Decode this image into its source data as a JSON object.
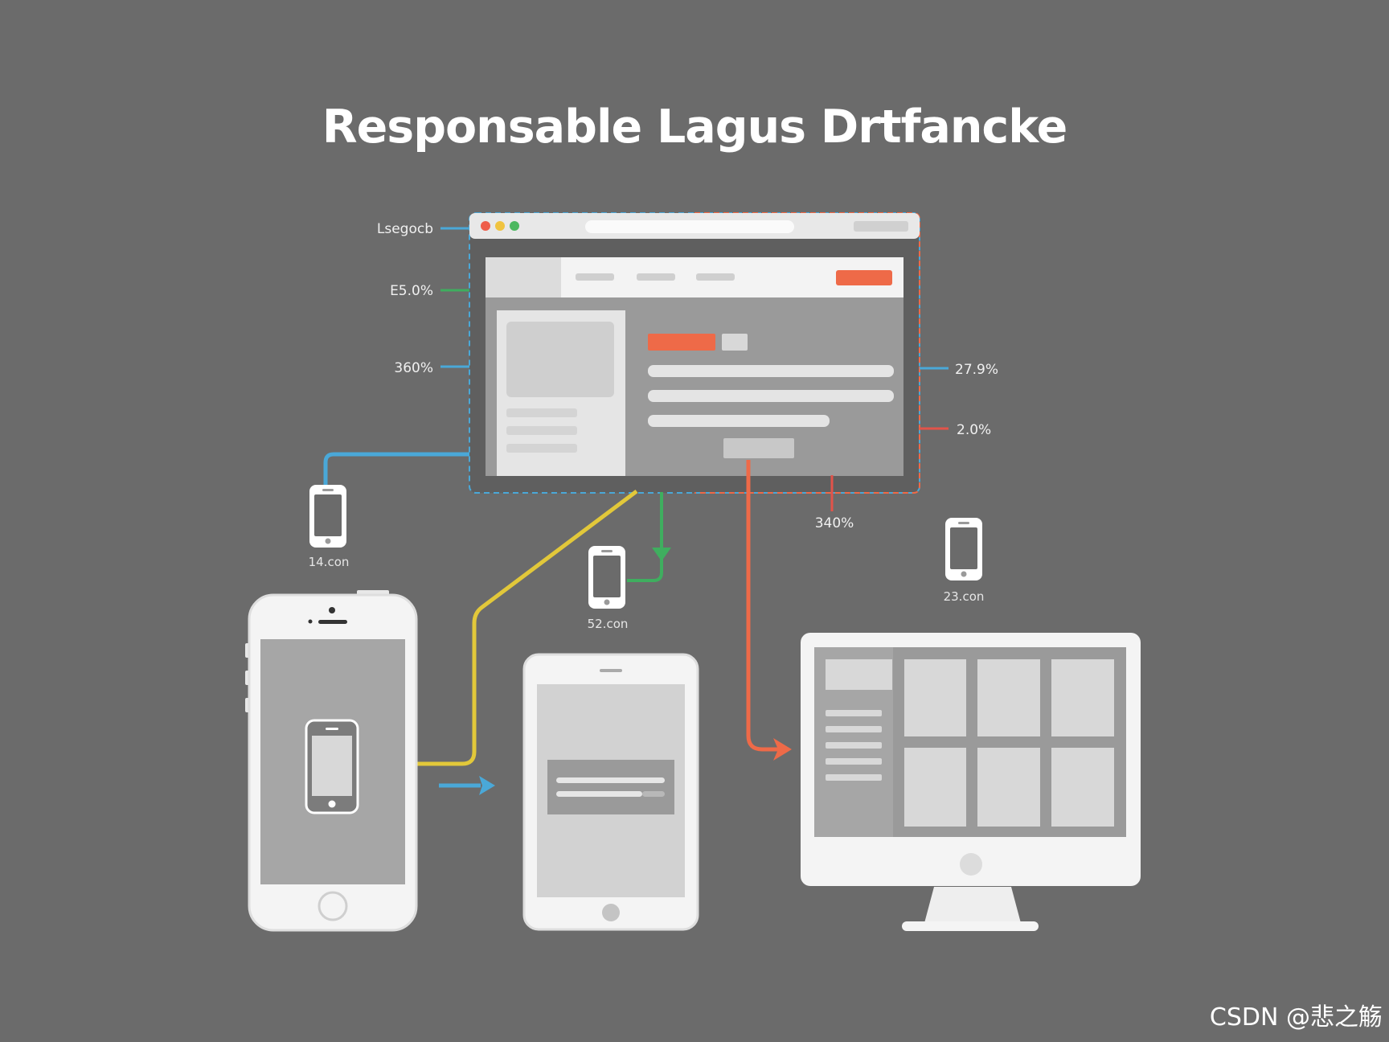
{
  "title": "Responsable Lagus Drtfancke",
  "left_labels": [
    "Lsegocb",
    "E5.0%",
    "360%"
  ],
  "right_labels": [
    "27.9%",
    "2.0%"
  ],
  "bottom_label": "340%",
  "device_labels": {
    "small_phone_left": "14.con",
    "small_phone_center": "52.con",
    "small_phone_right": "23.con"
  },
  "watermark": "CSDN @悲之觞",
  "colors": {
    "background": "#6b6b6b",
    "blue": "#4aa8d8",
    "green": "#3fae5f",
    "yellow": "#e2c83a",
    "orange": "#ee6a48",
    "red": "#e2534a",
    "window_dot_red": "#ee5d4a",
    "window_dot_yellow": "#f0c340",
    "window_dot_green": "#4cb860"
  }
}
